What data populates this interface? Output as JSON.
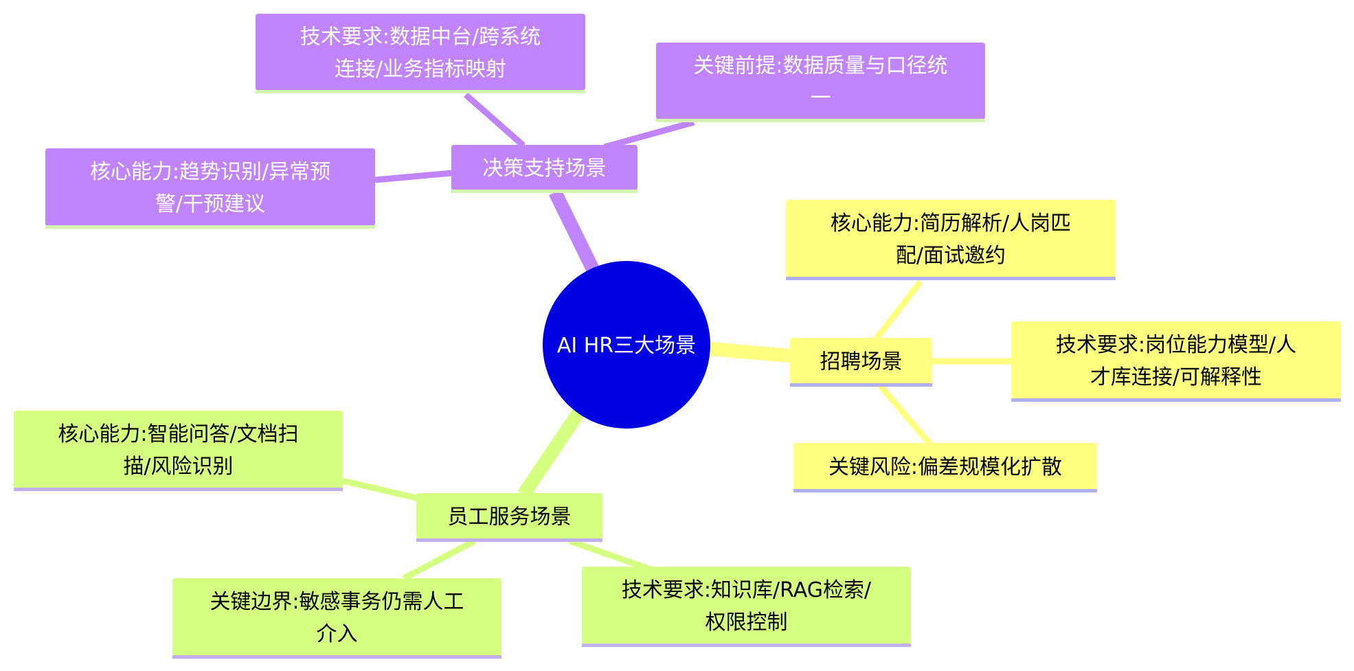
{
  "center": {
    "label": "AI HR三大场景",
    "color": "#0000e0",
    "text_color": "#ffffff"
  },
  "branches": [
    {
      "id": "decision",
      "label": "决策支持场景",
      "color": "#c084fc",
      "text_color": "#ffffff",
      "underline_color": "#d4f5b0",
      "children": [
        {
          "lines": [
            "技术要求:数据中台/跨系统",
            "连接/业务指标映射"
          ]
        },
        {
          "lines": [
            "关键前提:数据质量与口径统",
            "一"
          ]
        },
        {
          "lines": [
            "核心能力:趋势识别/异常预",
            "警/干预建议"
          ]
        }
      ]
    },
    {
      "id": "recruit",
      "label": "招聘场景",
      "color": "#ffff80",
      "text_color": "#000000",
      "underline_color": "#b0b0f0",
      "children": [
        {
          "lines": [
            "核心能力:简历解析/人岗匹",
            "配/面试邀约"
          ]
        },
        {
          "lines": [
            "技术要求:岗位能力模型/人",
            "才库连接/可解释性"
          ]
        },
        {
          "lines": [
            "关键风险:偏差规模化扩散"
          ]
        }
      ]
    },
    {
      "id": "service",
      "label": "员工服务场景",
      "color": "#d4ff80",
      "text_color": "#000000",
      "underline_color": "#c0b0f0",
      "children": [
        {
          "lines": [
            "核心能力:智能问答/文档扫",
            "描/风险识别"
          ]
        },
        {
          "lines": [
            "关键边界:敏感事务仍需人工",
            "介入"
          ]
        },
        {
          "lines": [
            "技术要求:知识库/RAG检索/",
            "权限控制"
          ]
        }
      ]
    }
  ]
}
